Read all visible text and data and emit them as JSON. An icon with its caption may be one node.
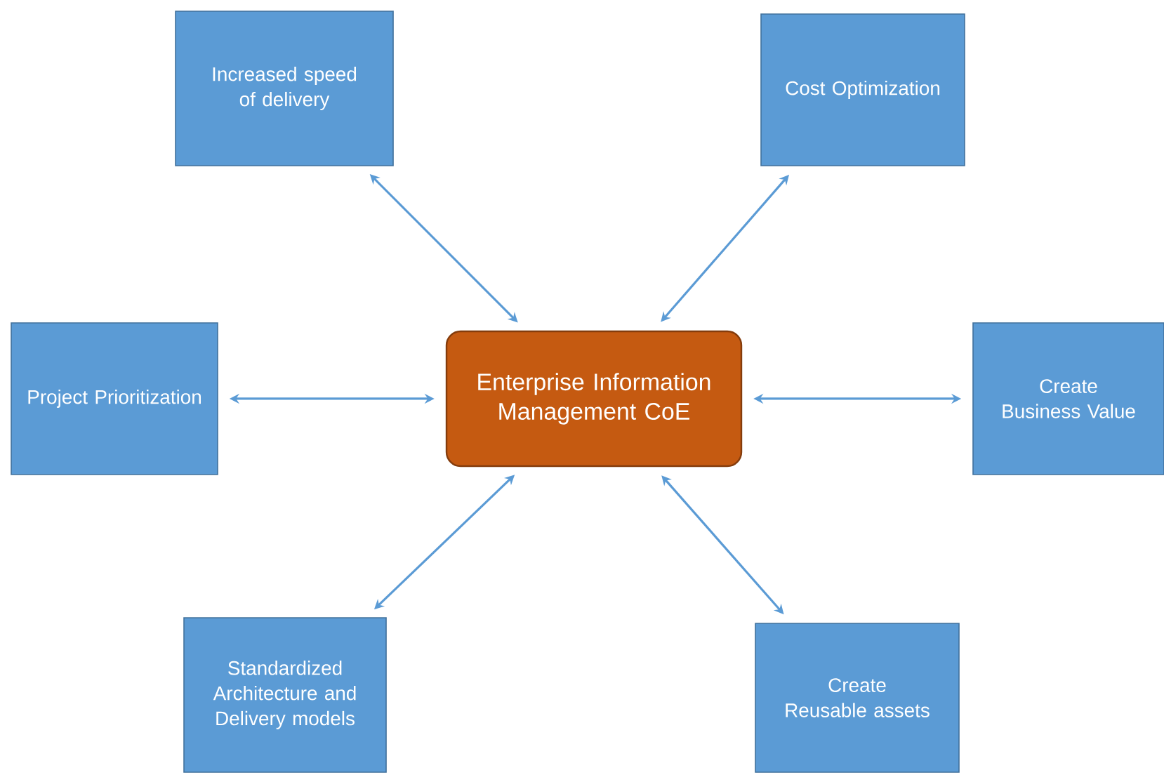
{
  "diagram": {
    "nodes": [
      {
        "text": [
          "Enterprise Information Management CoE"
        ]
      },
      {
        "text": [
          "Increased speed of delivery"
        ]
      },
      {
        "text": [
          "Cost Optimization"
        ]
      },
      {
        "text": [
          "Project Prioritization"
        ]
      },
      {
        "text": [
          "Create Business Value"
        ]
      },
      {
        "text": [
          "Standardized Architecture and Delivery models"
        ]
      },
      {
        "text": [
          "Create Reusable assets"
        ]
      }
    ],
    "edges": [
      {
        "from": 0,
        "to": 1,
        "arrow": "both"
      },
      {
        "from": 0,
        "to": 2,
        "arrow": "both"
      },
      {
        "from": 0,
        "to": 3,
        "arrow": "both"
      },
      {
        "from": 0,
        "to": 4,
        "arrow": "both"
      },
      {
        "from": 0,
        "to": 5,
        "arrow": "both"
      },
      {
        "from": 0,
        "to": 6,
        "arrow": "both"
      }
    ]
  }
}
